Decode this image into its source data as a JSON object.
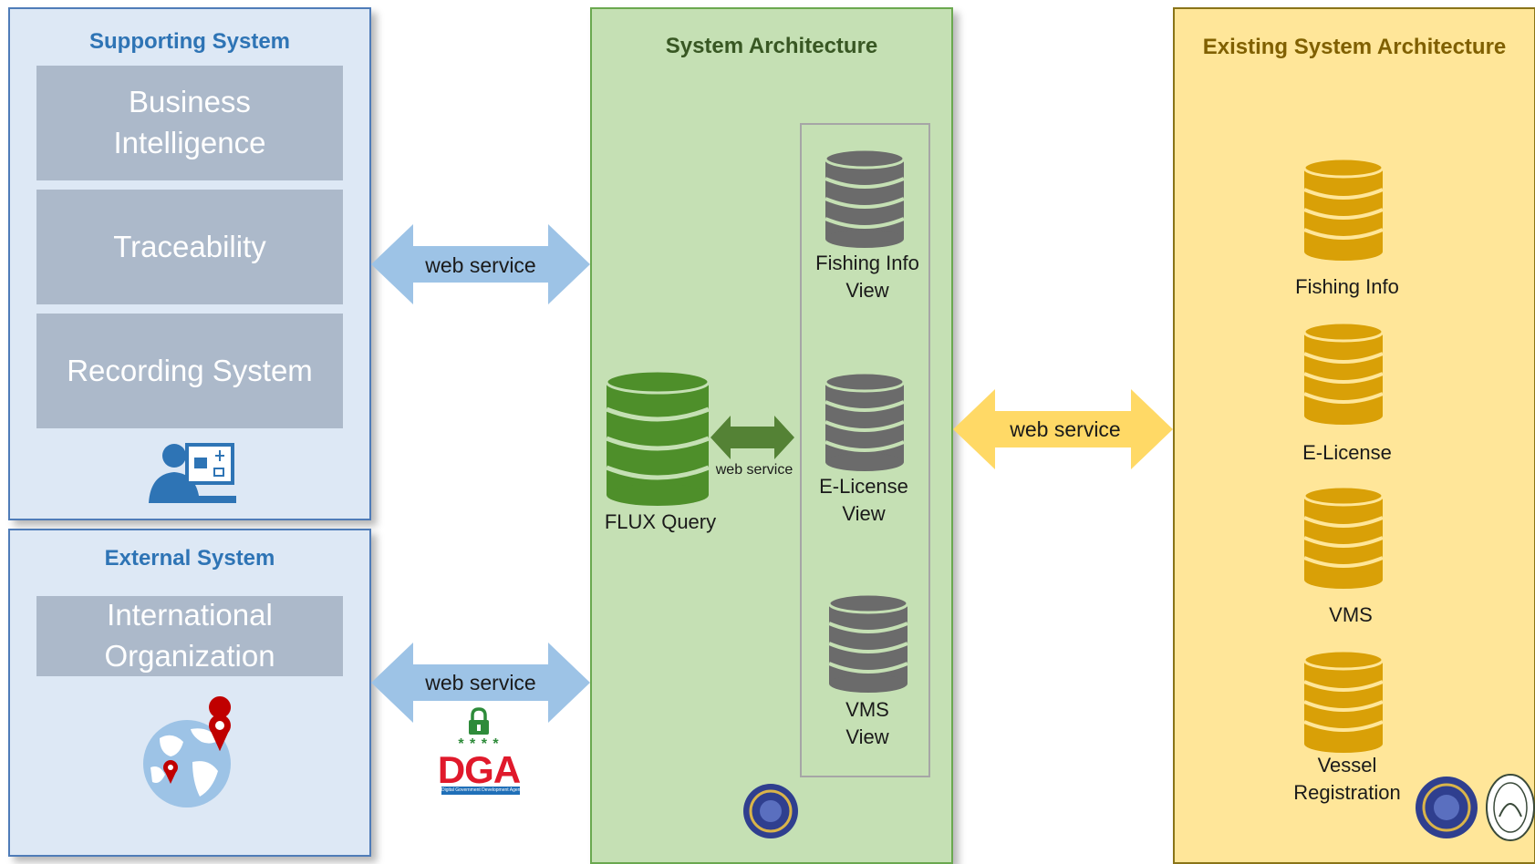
{
  "supporting_system": {
    "title": "Supporting System",
    "items": [
      "Business\nIntelligence",
      "Traceability",
      "Recording System"
    ],
    "icon": "user-computer-icon"
  },
  "external_system": {
    "title": "External System",
    "items": [
      "International\nOrganization"
    ],
    "icon": "globe-pin-icon"
  },
  "system_architecture": {
    "title": "System Architecture",
    "flux_query": "FLUX Query",
    "inner_link": "web service",
    "views": [
      "Fishing Info\nView",
      "E-License\nView",
      "VMS\nView"
    ]
  },
  "existing_system": {
    "title": "Existing System Architecture",
    "databases": [
      "Fishing Info",
      "E-License",
      "VMS",
      "Vessel\nRegistration"
    ]
  },
  "connectors": {
    "supporting_link": "web service",
    "external_link": "web service",
    "existing_link": "web service"
  },
  "dga": {
    "label": "DGA",
    "stars": "* * * *",
    "tagline": "Digital Government Development Agency"
  },
  "colors": {
    "blue_border": "#4f7cb8",
    "green_panel": "#c5e0b4",
    "yellow_panel": "#ffe699",
    "db_green": "#4e8f2a",
    "db_gray": "#6b6b6b",
    "db_gold": "#d9a007",
    "arrow_blue": "#9dc3e6",
    "arrow_yellow": "#ffd966",
    "arrow_green": "#548235"
  }
}
